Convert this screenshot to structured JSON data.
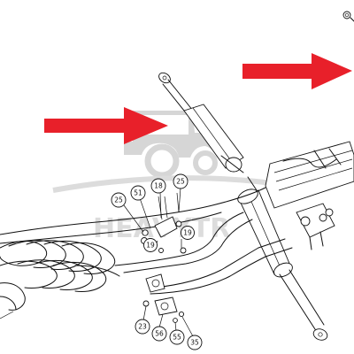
{
  "callouts": {
    "c25a": "25",
    "c51": "51",
    "c18": "18",
    "c25b": "25",
    "c19a": "19",
    "c19b": "19",
    "c23": "23",
    "c56": "56",
    "c55": "55",
    "c35": "35"
  },
  "watermark": {
    "text": "HEAVYTR"
  },
  "colors": {
    "arrow": "#e8202a",
    "line": "#111111",
    "watermark": "#cfcfcf"
  }
}
